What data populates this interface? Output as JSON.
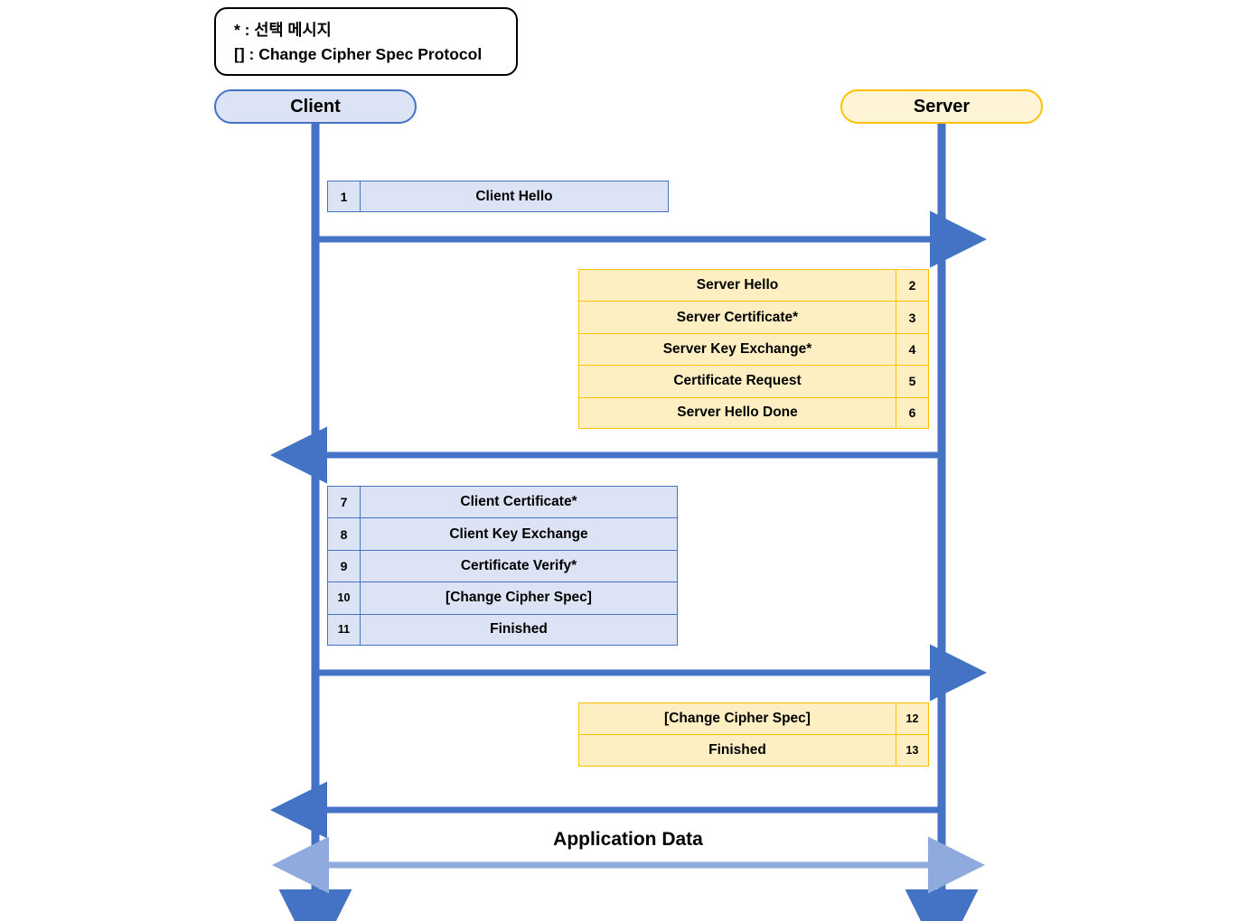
{
  "legend": {
    "lines": [
      "* : 선택 메시지",
      "[] : Change Cipher Spec Protocol"
    ]
  },
  "actors": {
    "client": "Client",
    "server": "Server"
  },
  "colors": {
    "client_fill": "#DCE3F4",
    "client_border": "#4472C4",
    "server_fill": "#FEEFC3",
    "server_border": "#FFC000",
    "lifeline": "#4472C4",
    "arrow": "#4472C4",
    "appdata_arrow": "#8FAADC",
    "legend_border": "#000000"
  },
  "flows": [
    {
      "name": "client-hello-block",
      "side": "client",
      "direction": "client-to-server",
      "messages": [
        {
          "number": "1",
          "label": "Client Hello"
        }
      ]
    },
    {
      "name": "server-hello-block",
      "side": "server",
      "direction": "server-to-client",
      "messages": [
        {
          "number": "2",
          "label": "Server Hello"
        },
        {
          "number": "3",
          "label": "Server Certificate*"
        },
        {
          "number": "4",
          "label": "Server Key Exchange*"
        },
        {
          "number": "5",
          "label": "Certificate Request"
        },
        {
          "number": "6",
          "label": "Server Hello Done"
        }
      ]
    },
    {
      "name": "client-key-block",
      "side": "client",
      "direction": "client-to-server",
      "messages": [
        {
          "number": "7",
          "label": "Client Certificate*"
        },
        {
          "number": "8",
          "label": "Client Key Exchange"
        },
        {
          "number": "9",
          "label": "Certificate Verify*"
        },
        {
          "number": "10",
          "label": "[Change Cipher Spec]"
        },
        {
          "number": "11",
          "label": "Finished"
        }
      ]
    },
    {
      "name": "server-finish-block",
      "side": "server",
      "direction": "server-to-client",
      "messages": [
        {
          "number": "12",
          "label": "[Change Cipher Spec]"
        },
        {
          "number": "13",
          "label": "Finished"
        }
      ]
    }
  ],
  "application_data": {
    "label": "Application Data",
    "direction": "bidirectional"
  }
}
